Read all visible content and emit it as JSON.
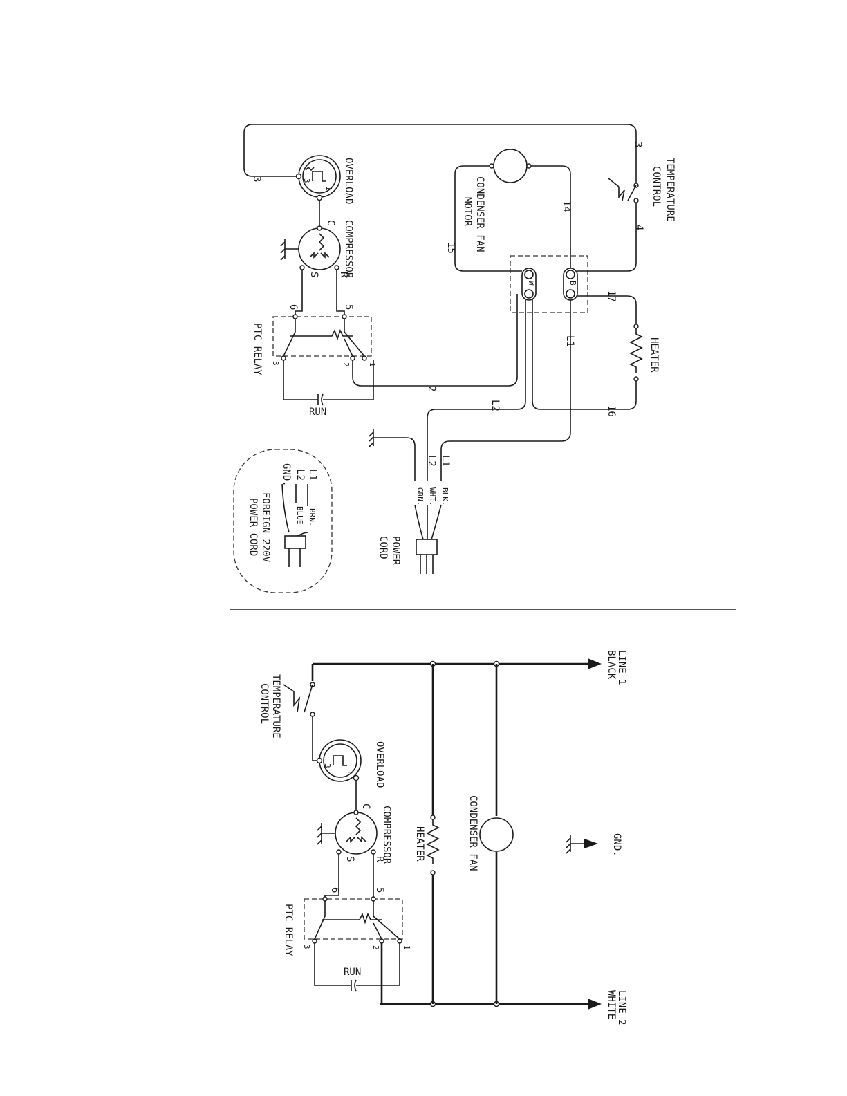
{
  "labels": {
    "overload": "OVERLOAD",
    "compressor": "COMPRESSOR",
    "c": "C",
    "s": "S",
    "r": "R",
    "ptc": "PTC RELAY",
    "run": "RUN",
    "cond_fan_motor_1": "CONDENSER FAN",
    "cond_fan_motor_2": "MOTOR",
    "temp_1": "TEMPERATURE",
    "temp_2": "CONTROL",
    "heater": "HEATER",
    "power_1": "POWER",
    "power_2": "CORD",
    "foreign_1": "FOREIGN 220V",
    "foreign_2": "POWER CORD",
    "blk": "BLK.",
    "wht": "WHT.",
    "grn": "GRN.",
    "brn": "BRN.",
    "blue": "BLUE",
    "gnd": "GND.",
    "l1": "L1",
    "l2": "L2",
    "w": "W",
    "b": "B",
    "condenser_fan": "CONDENSER FAN",
    "line1_1": "LINE 1",
    "line1_2": "BLACK",
    "line2_1": "LINE 2",
    "line2_2": "WHITE",
    "n1": "1",
    "n2": "2",
    "n3": "3",
    "n4": "4",
    "n5": "5",
    "n6": "6",
    "n14": "14",
    "n15": "15",
    "n16": "16",
    "n17": "17"
  },
  "colors": {
    "ink": "#1a1a1a",
    "footer_link": "#1a35c8"
  }
}
